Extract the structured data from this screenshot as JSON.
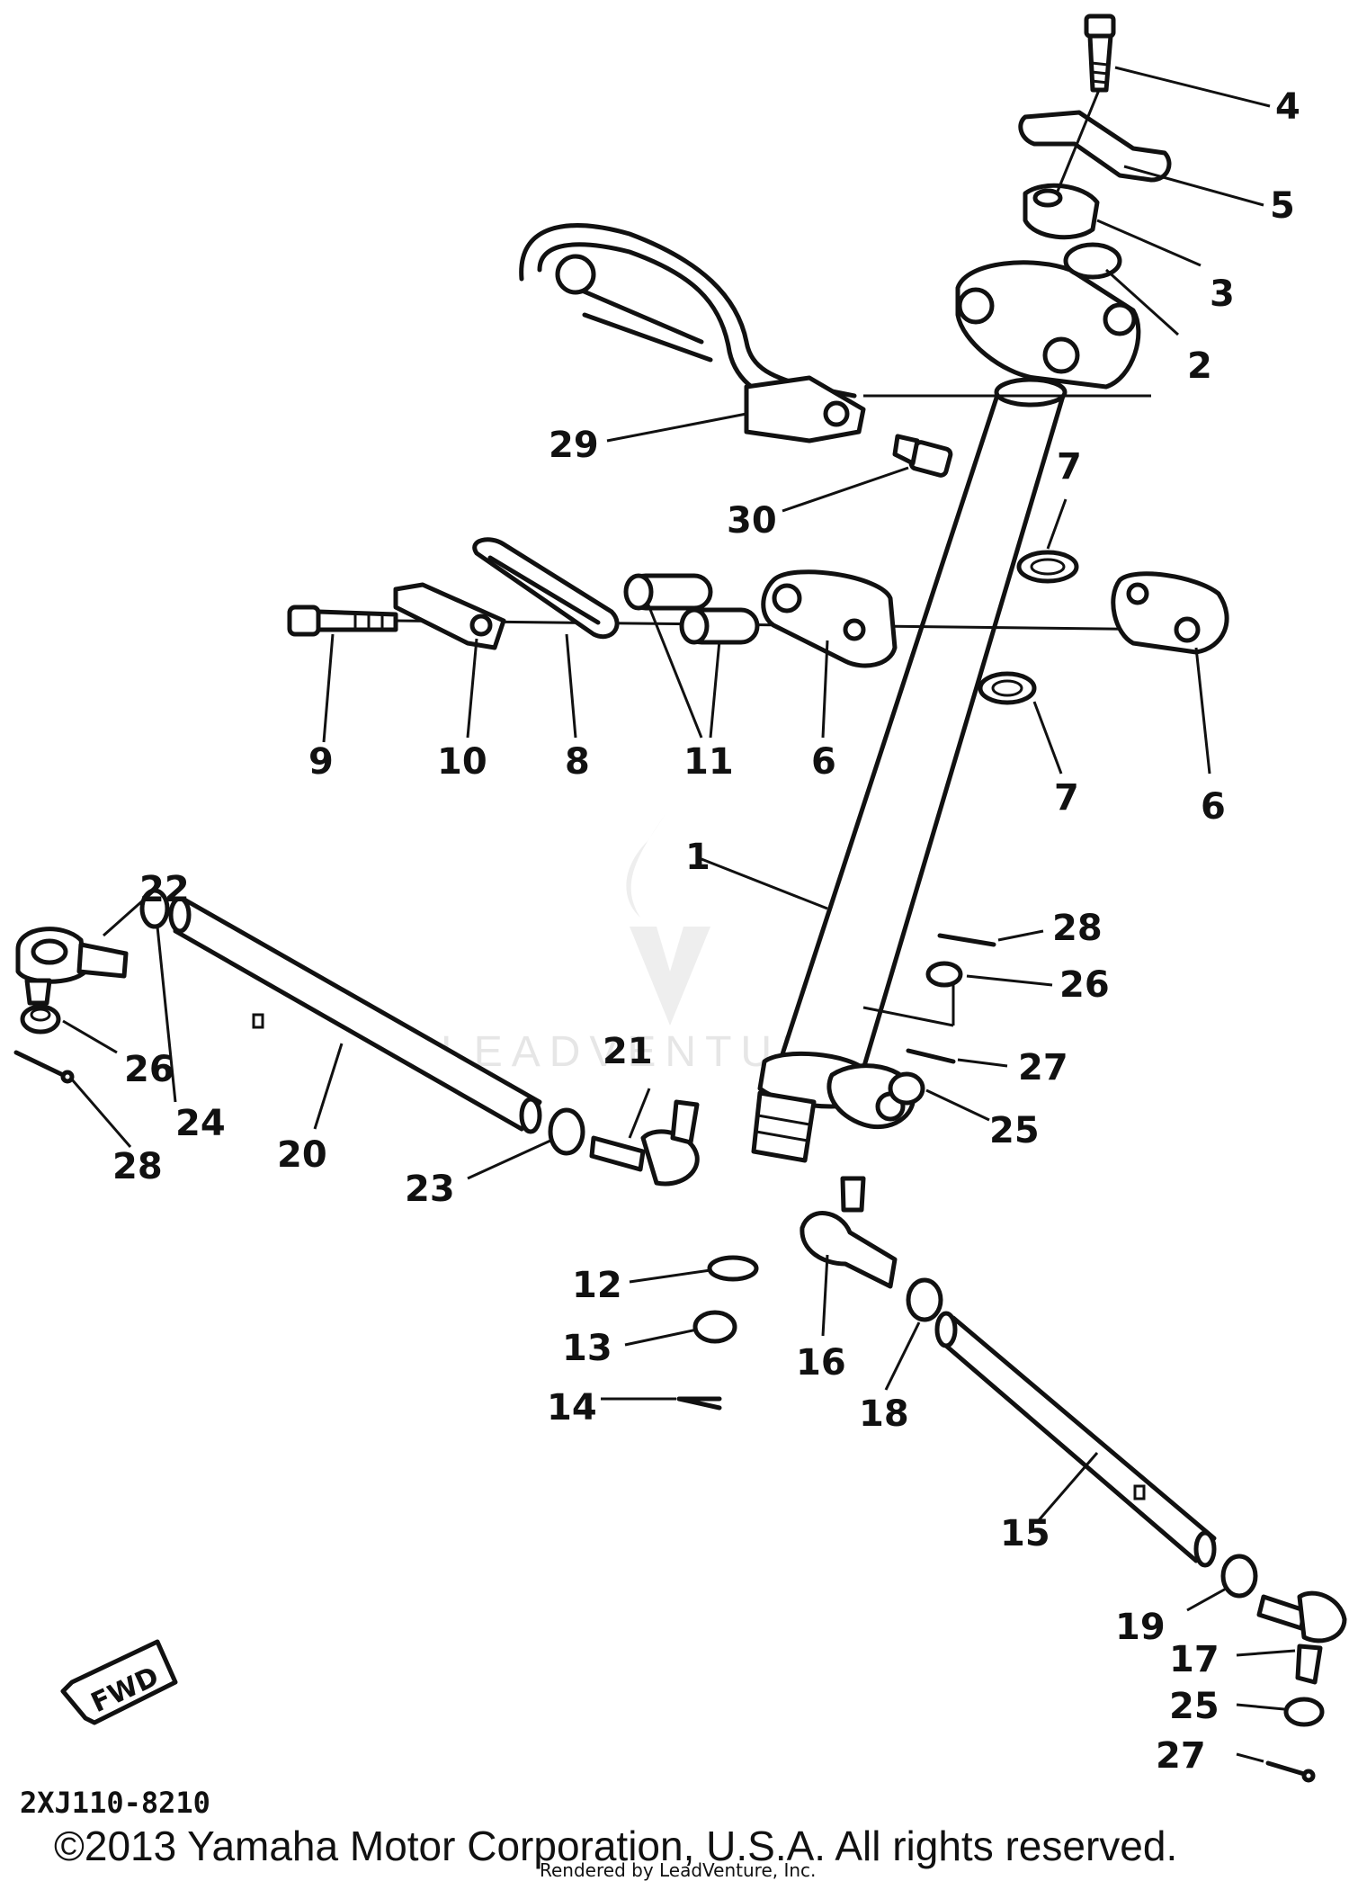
{
  "diagram": {
    "drawing_code": "2XJ110-8210",
    "copyright": "©2013 Yamaha Motor Corporation, U.S.A. All rights reserved.",
    "rendered_by": "Rendered by LeadVenture, Inc.",
    "watermark": "LEADVENTURE",
    "direction_label": "FWD",
    "callouts": [
      {
        "id": "c4",
        "label": "4"
      },
      {
        "id": "c5",
        "label": "5"
      },
      {
        "id": "c3",
        "label": "3"
      },
      {
        "id": "c2",
        "label": "2"
      },
      {
        "id": "c29",
        "label": "29"
      },
      {
        "id": "c30",
        "label": "30"
      },
      {
        "id": "c7a",
        "label": "7"
      },
      {
        "id": "c9",
        "label": "9"
      },
      {
        "id": "c10",
        "label": "10"
      },
      {
        "id": "c8",
        "label": "8"
      },
      {
        "id": "c11",
        "label": "11"
      },
      {
        "id": "c6a",
        "label": "6"
      },
      {
        "id": "c7b",
        "label": "7"
      },
      {
        "id": "c6b",
        "label": "6"
      },
      {
        "id": "c1",
        "label": "1"
      },
      {
        "id": "c22",
        "label": "22"
      },
      {
        "id": "c28a",
        "label": "28"
      },
      {
        "id": "c26a",
        "label": "26"
      },
      {
        "id": "c26b",
        "label": "26"
      },
      {
        "id": "c24",
        "label": "24"
      },
      {
        "id": "c21",
        "label": "21"
      },
      {
        "id": "c27a",
        "label": "27"
      },
      {
        "id": "c25a",
        "label": "25"
      },
      {
        "id": "c28b",
        "label": "28"
      },
      {
        "id": "c20",
        "label": "20"
      },
      {
        "id": "c23",
        "label": "23"
      },
      {
        "id": "c12",
        "label": "12"
      },
      {
        "id": "c13",
        "label": "13"
      },
      {
        "id": "c16",
        "label": "16"
      },
      {
        "id": "c14",
        "label": "14"
      },
      {
        "id": "c18",
        "label": "18"
      },
      {
        "id": "c15",
        "label": "15"
      },
      {
        "id": "c19",
        "label": "19"
      },
      {
        "id": "c17",
        "label": "17"
      },
      {
        "id": "c25b",
        "label": "25"
      },
      {
        "id": "c27b",
        "label": "27"
      }
    ]
  }
}
